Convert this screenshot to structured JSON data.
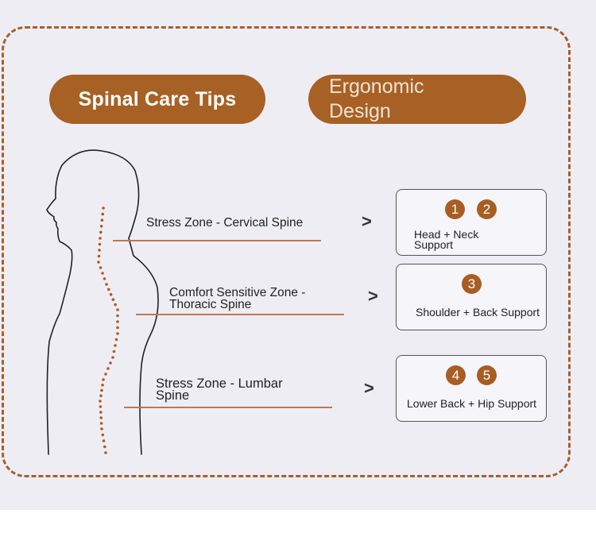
{
  "header": {
    "left_title": "Spinal Care Tips",
    "right_title": "Ergonomic Design"
  },
  "zones": [
    {
      "label": "Stress Zone - Cervical Spine",
      "arrow": ">"
    },
    {
      "label": "Comfort Sensitive Zone - Thoracic Spine",
      "arrow": ">"
    },
    {
      "label": "Stress Zone - Lumbar Spine",
      "arrow": ">"
    }
  ],
  "cards": [
    {
      "numbers": [
        "1",
        "2"
      ],
      "text": "Head + Neck Support"
    },
    {
      "numbers": [
        "3"
      ],
      "text": "Shoulder + Back Support"
    },
    {
      "numbers": [
        "4",
        "5"
      ],
      "text": "Lower Back + Hip Support"
    }
  ],
  "colors": {
    "accent": "#a76125",
    "background": "#efedf4"
  }
}
